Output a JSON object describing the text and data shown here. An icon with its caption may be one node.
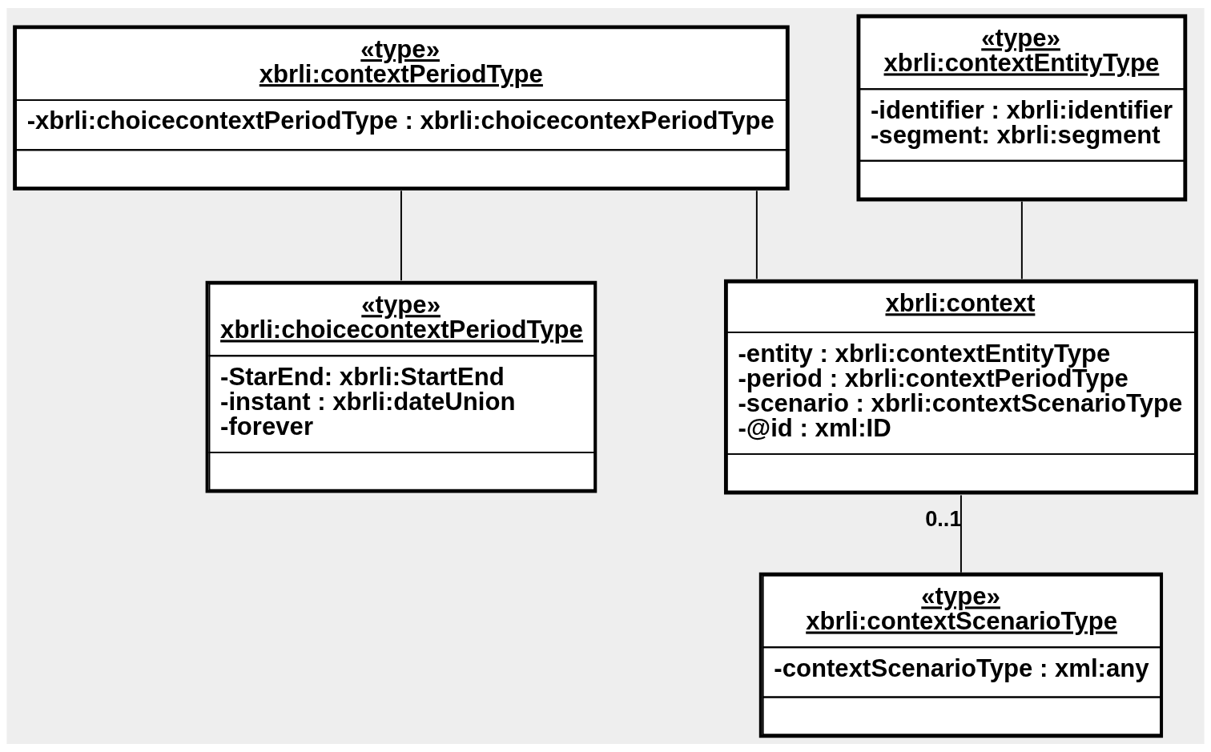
{
  "diagram": {
    "nodes": [
      {
        "text": [
          "«type»",
          "xbrli:contextPeriodType",
          "-xbrli:choicecontextPeriodType : xbrli:choicecontexPeriodType"
        ]
      },
      {
        "text": [
          "«type»",
          "xbrli:contextEntityType",
          "-identifier : xbrli:identifier",
          "-segment: xbrli:segment"
        ]
      },
      {
        "text": [
          "«type»",
          "xbrli:choicecontextPeriodType",
          "-StarEnd: xbrli:StartEnd",
          "-instant : xbrli:dateUnion",
          "-forever"
        ]
      },
      {
        "text": [
          "xbrli:context",
          "-entity : xbrli:contextEntityType",
          "-period : xbrli:contextPeriodType",
          "-scenario : xbrli:contextScenarioType",
          "-@id : xml:ID"
        ]
      },
      {
        "text": [
          "«type»",
          "xbrli:contextScenarioType",
          "-contextScenarioType : xml:any"
        ]
      }
    ],
    "edges": [
      {
        "from": 0,
        "to": 2,
        "arrow": "none"
      },
      {
        "from": 0,
        "to": 3,
        "arrow": "none"
      },
      {
        "from": 1,
        "to": 3,
        "arrow": "none"
      },
      {
        "from": 3,
        "to": 4,
        "arrow": "none",
        "label": "0..1"
      }
    ]
  }
}
